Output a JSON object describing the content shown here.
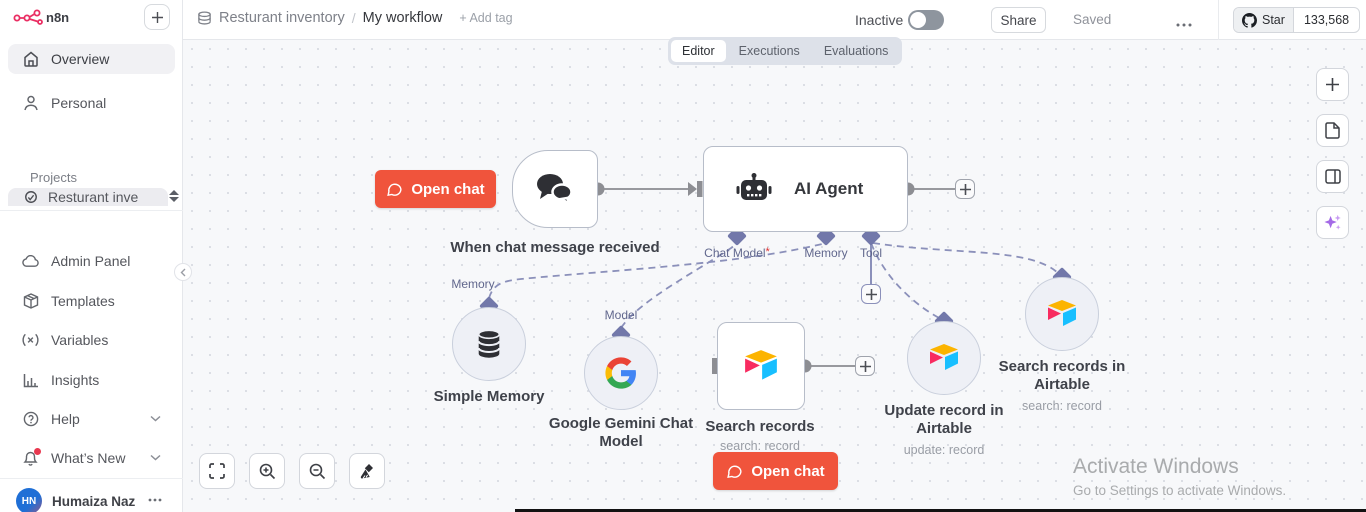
{
  "brand": {
    "name": "n8n"
  },
  "sidebar": {
    "nav": [
      {
        "label": "Overview"
      },
      {
        "label": "Personal"
      }
    ],
    "projects_label": "Projects",
    "project_name": "Resturant inve",
    "menu": [
      {
        "label": "Admin Panel"
      },
      {
        "label": "Templates"
      },
      {
        "label": "Variables"
      },
      {
        "label": "Insights"
      },
      {
        "label": "Help"
      },
      {
        "label": "What’s New"
      }
    ],
    "user": {
      "initials": "HN",
      "name": "Humaiza Naz"
    }
  },
  "header": {
    "breadcrumb": {
      "project": "Resturant inventory",
      "workflow": "My workflow"
    },
    "add_tag": "+ Add tag",
    "status": "Inactive",
    "share": "Share",
    "saved": "Saved",
    "github": {
      "star": "Star",
      "count": "133,568"
    }
  },
  "tabs": {
    "items": [
      {
        "label": "Editor"
      },
      {
        "label": "Executions"
      },
      {
        "label": "Evaluations"
      }
    ],
    "active": "Editor"
  },
  "canvas": {
    "open_chat": "Open chat",
    "trigger": {
      "label": "When chat message received"
    },
    "agent": {
      "title": "AI Agent",
      "port_chat_model": "Chat Model",
      "required_mark": "*",
      "port_memory": "Memory",
      "port_tool": "Tool"
    },
    "memory_node": {
      "port": "Memory",
      "label": "Simple Memory"
    },
    "gemini_node": {
      "port": "Model",
      "label": "Google Gemini Chat Model"
    },
    "search_node": {
      "label": "Search records",
      "sub": "search: record"
    },
    "update_node": {
      "label": "Update record in Airtable",
      "sub": "update: record"
    },
    "search2_node": {
      "label": "Search records in Airtable",
      "sub": "search: record"
    }
  },
  "watermark": {
    "title": "Activate Windows",
    "subtitle": "Go to Settings to activate Windows."
  },
  "colors": {
    "accent": "#f0543c",
    "connector": "#8d8e93",
    "ai_link": "#8b90ba",
    "diamond": "#7278aa",
    "brand_pink": "#ea2e63"
  }
}
